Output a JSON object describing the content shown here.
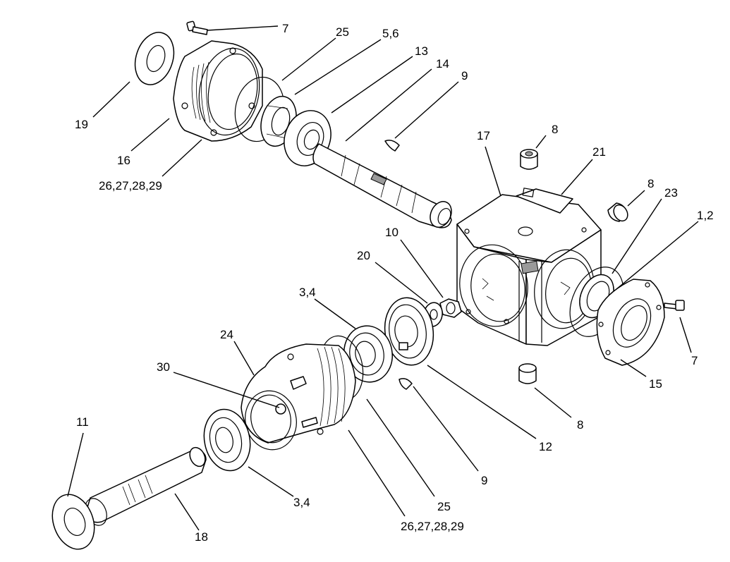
{
  "callouts": {
    "c7_top": "7",
    "c25_top": "25",
    "c56": "5,6",
    "c13": "13",
    "c14": "14",
    "c9_top": "9",
    "c19": "19",
    "c16": "16",
    "c2629_top": "26,27,28,29",
    "c17": "17",
    "c8_top": "8",
    "c21": "21",
    "c8_right": "8",
    "c23": "23",
    "c12_top": "1,2",
    "c10": "10",
    "c20": "20",
    "c34_top": "3,4",
    "c24": "24",
    "c30": "30",
    "c7_right": "7",
    "c15": "15",
    "c8_bottom": "8",
    "c12": "12",
    "c9_bottom": "9",
    "c11": "11",
    "c34_bottom": "3,4",
    "c25_bottom": "25",
    "c2629_bottom": "26,27,28,29",
    "c18": "18"
  }
}
